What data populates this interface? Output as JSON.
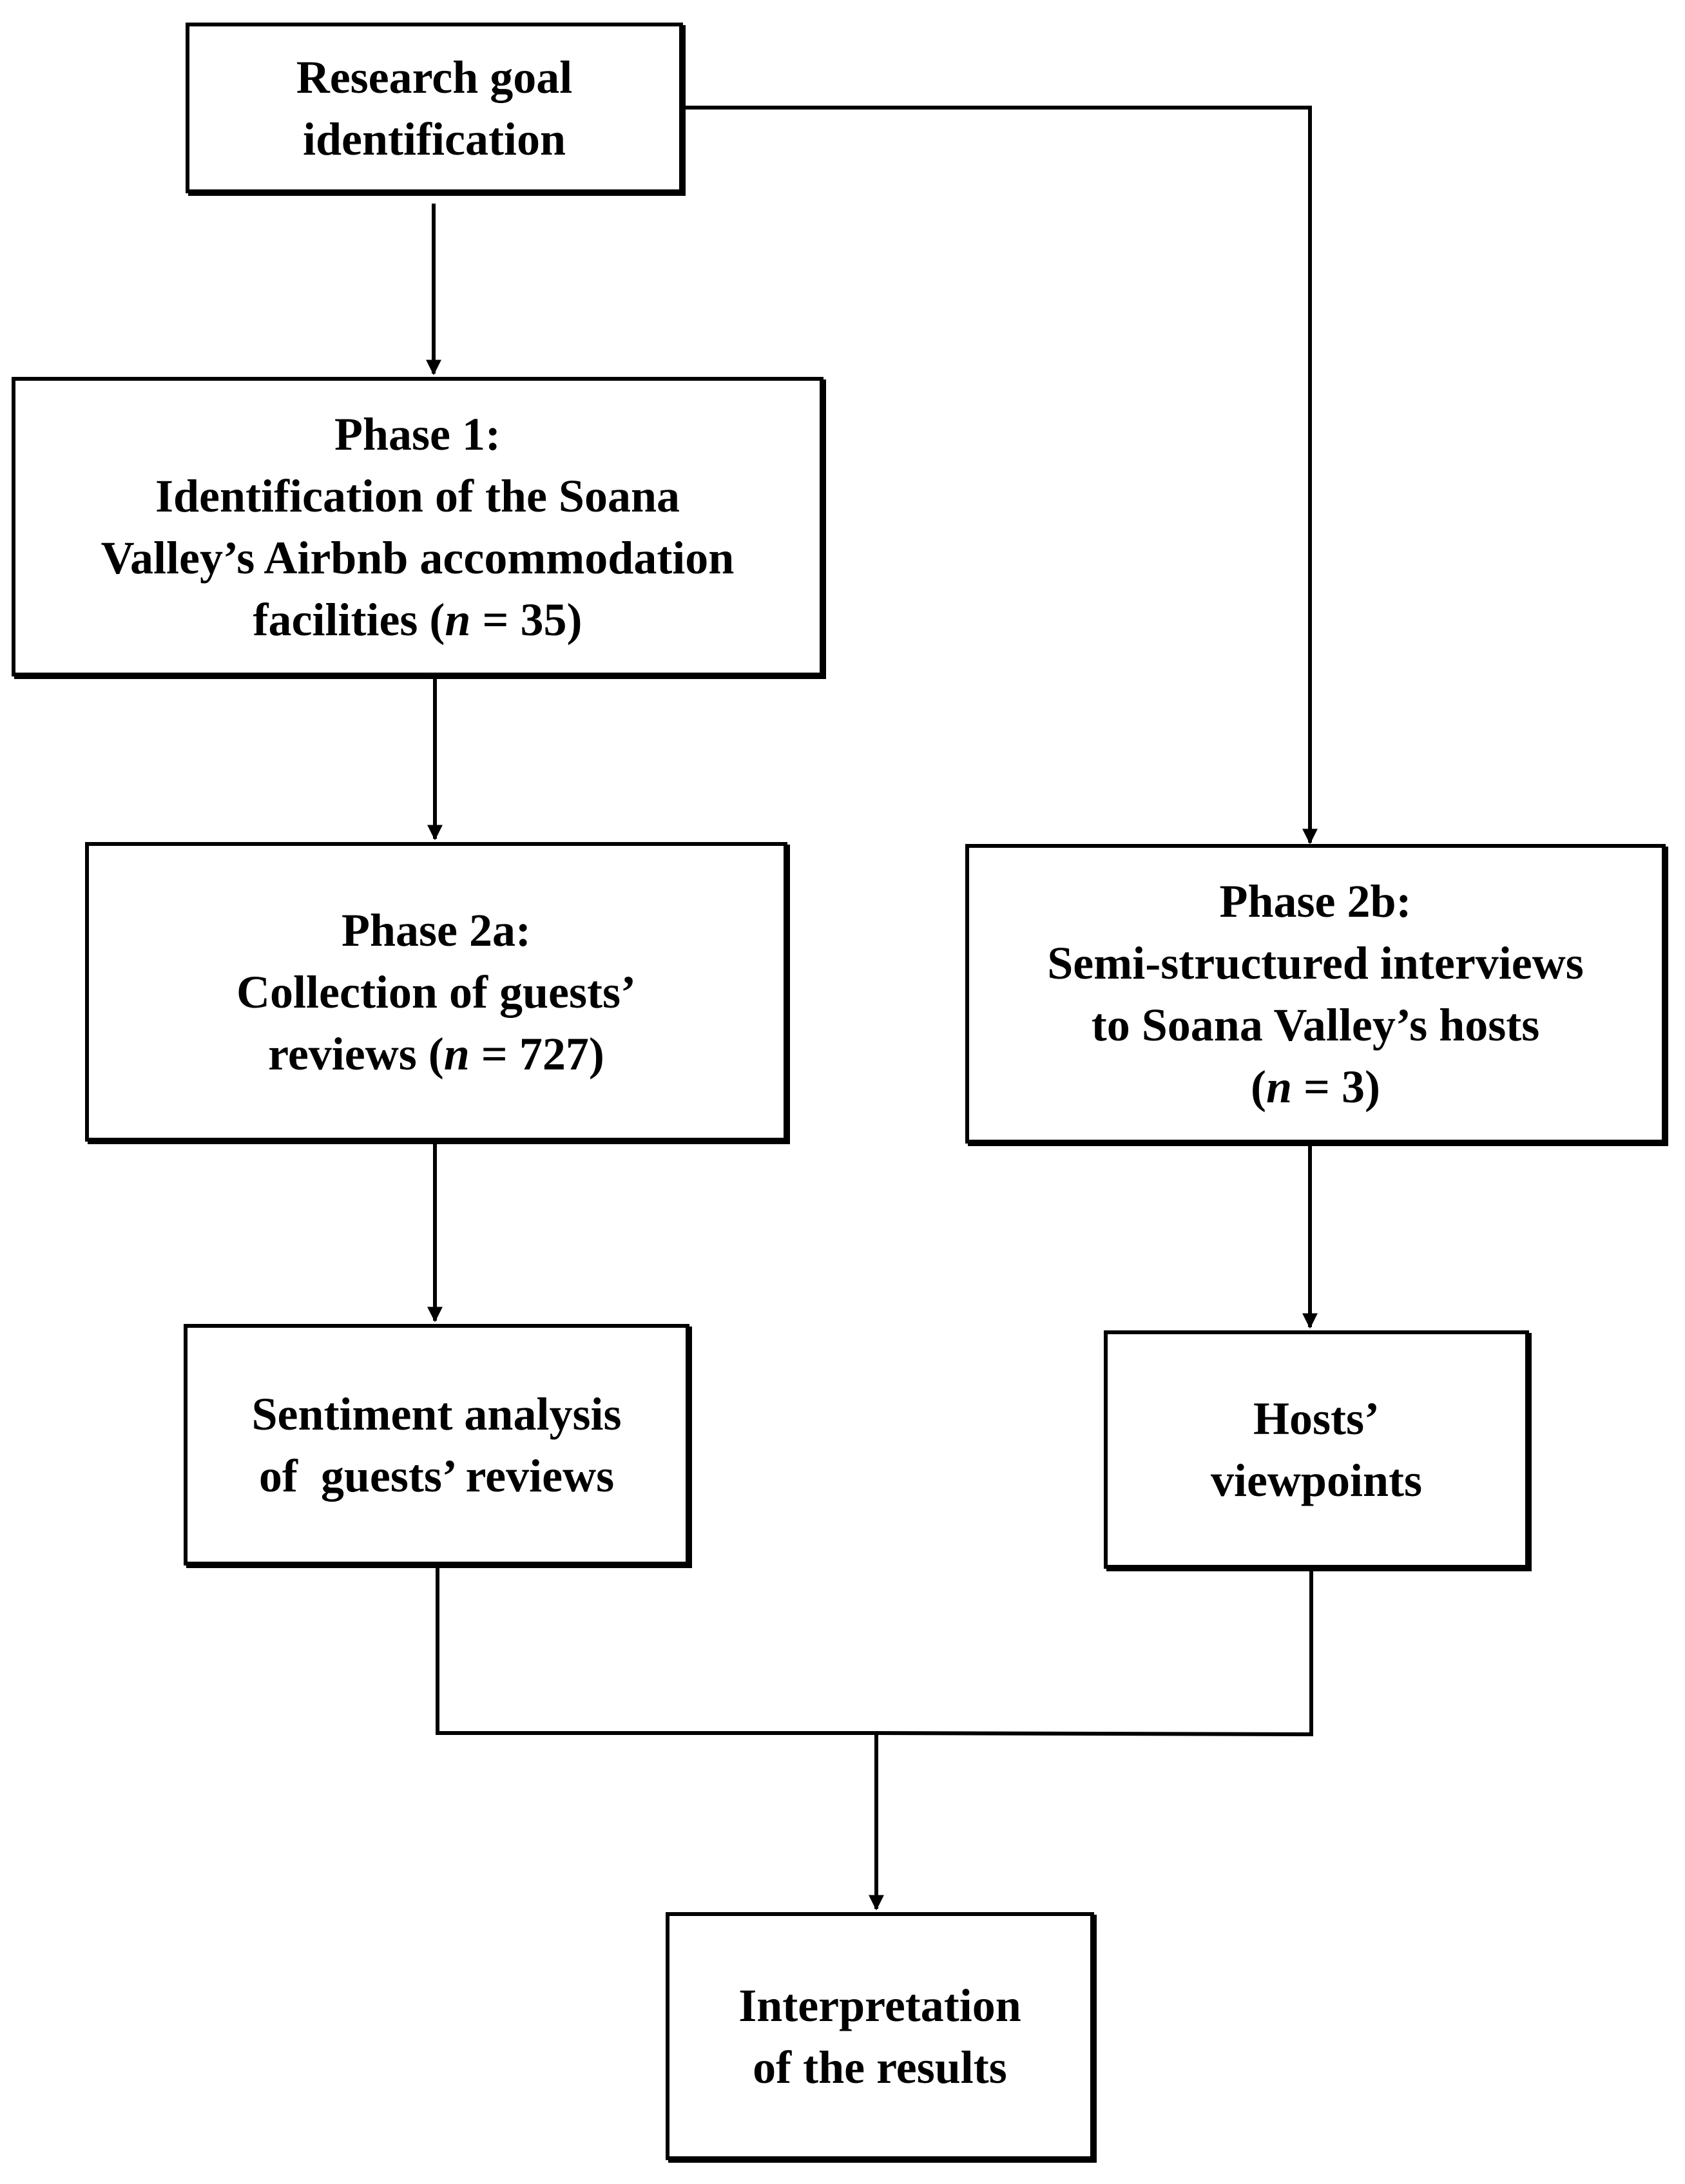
{
  "nodes": {
    "research_goal": {
      "lines": [
        "Research goal",
        "identification"
      ]
    },
    "phase1": {
      "heading": "Phase 1:",
      "lines": [
        "Identification of the Soana",
        "Valley’s Airbnb accommodation"
      ],
      "count_prefix": "facilities (",
      "n_symbol": "n",
      "count_suffix": " = 35)"
    },
    "phase2a": {
      "heading": "Phase 2a:",
      "lines": [
        "Collection of guests’"
      ],
      "count_prefix": "reviews (",
      "n_symbol": "n",
      "count_suffix": " = 727)"
    },
    "phase2b": {
      "heading": "Phase 2b:",
      "lines": [
        "Semi-structured interviews",
        "to Soana Valley’s hosts"
      ],
      "count_prefix": "(",
      "n_symbol": "n",
      "count_suffix": " = 3)"
    },
    "sentiment": {
      "lines": [
        "Sentiment analysis",
        "of  guests’ reviews"
      ]
    },
    "hosts": {
      "lines": [
        "Hosts’",
        "viewpoints"
      ]
    },
    "interpretation": {
      "lines": [
        "Interpretation",
        "of the results"
      ]
    }
  },
  "edges": [
    {
      "from": "research_goal",
      "to": "phase1"
    },
    {
      "from": "research_goal",
      "to": "phase2b"
    },
    {
      "from": "phase1",
      "to": "phase2a"
    },
    {
      "from": "phase2a",
      "to": "sentiment"
    },
    {
      "from": "phase2b",
      "to": "hosts"
    },
    {
      "from": "sentiment",
      "to": "interpretation"
    },
    {
      "from": "hosts",
      "to": "interpretation"
    }
  ]
}
